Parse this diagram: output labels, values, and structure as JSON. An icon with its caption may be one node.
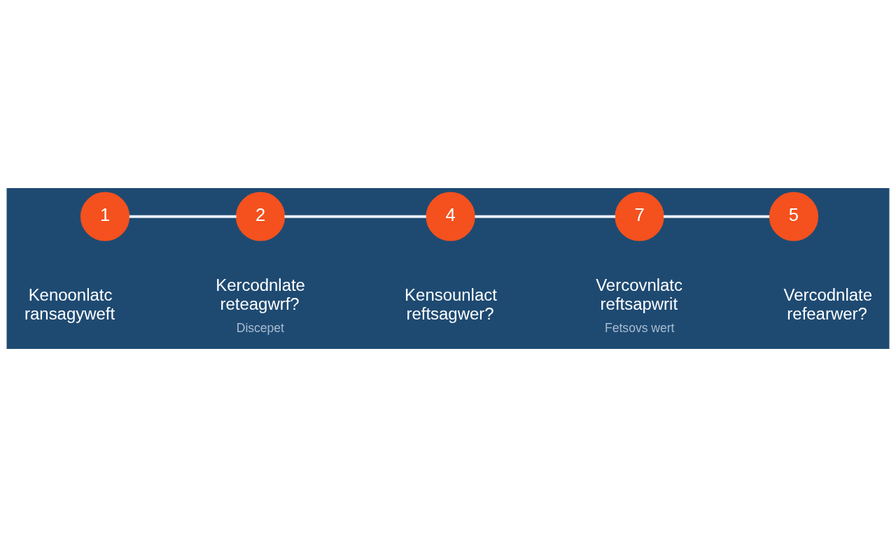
{
  "diagram": {
    "nodes": [
      {
        "text": [
          "1"
        ],
        "beside": [
          "Kenoonlatc ransagyweft"
        ]
      },
      {
        "text": [
          "2"
        ],
        "beside": [
          "Kercodnlate reteagwrf?",
          "Discepet"
        ]
      },
      {
        "text": [
          "4"
        ],
        "beside": [
          "Kensounlact reftsagwer?"
        ]
      },
      {
        "text": [
          "7"
        ],
        "beside": [
          "Vercovnlatc reftsapwrit",
          "Fetsovs wert"
        ]
      },
      {
        "text": [
          "5"
        ],
        "beside": [
          "Vercodnlate refearwer?"
        ]
      }
    ],
    "edges": [
      {
        "from": 0,
        "to": 1,
        "arrow": "none"
      },
      {
        "from": 1,
        "to": 2,
        "arrow": "none"
      },
      {
        "from": 2,
        "to": 3,
        "arrow": "none"
      },
      {
        "from": 3,
        "to": 4,
        "arrow": "none"
      }
    ]
  }
}
